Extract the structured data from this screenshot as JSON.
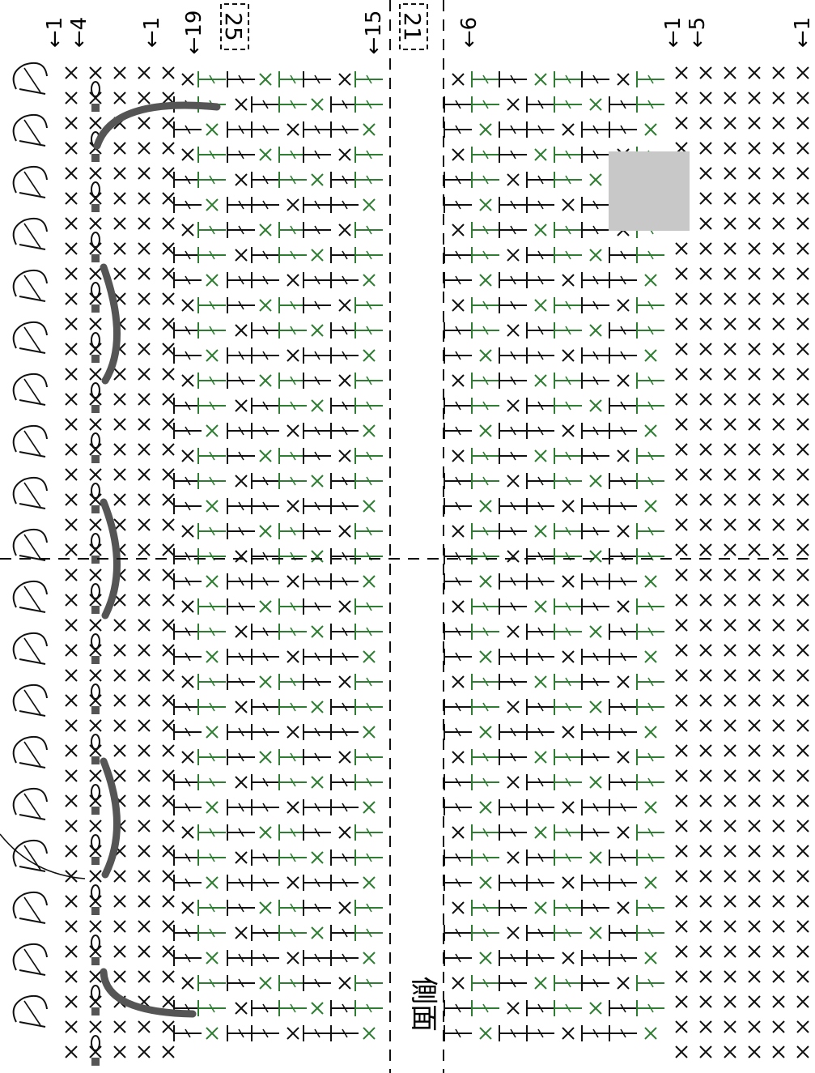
{
  "chart": {
    "side_label": "側面",
    "bracket_top": "25",
    "bracket_mid": "21",
    "row_markers": [
      {
        "text": "←1"
      },
      {
        "text": "←4"
      },
      {
        "text": "←1"
      },
      {
        "text": "←19"
      },
      {
        "text": "←15"
      },
      {
        "text": "←6"
      },
      {
        "text": "←1"
      },
      {
        "text": "←5"
      },
      {
        "text": "←1"
      }
    ],
    "symbols": {
      "single_crochet": "×",
      "double_crochet": "T",
      "chain": "∞"
    },
    "colors": {
      "ink": "#111111",
      "green_stitch": "#2e7d32",
      "gray_band": "#555555",
      "highlight": "#c8c8c8"
    }
  }
}
